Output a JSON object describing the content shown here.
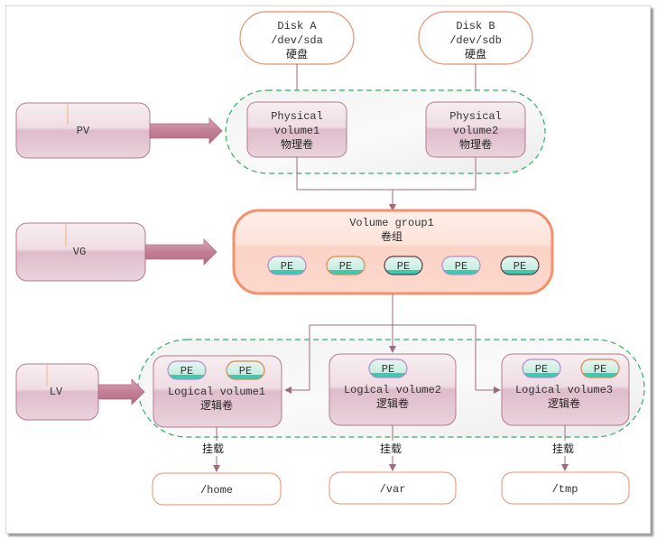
{
  "disks": [
    {
      "name": "Disk A",
      "device": "/dev/sda",
      "label_cn": "硬盘"
    },
    {
      "name": "Disk B",
      "device": "/dev/sdb",
      "label_cn": "硬盘"
    }
  ],
  "layers": {
    "pv": "PV",
    "vg": "VG",
    "lv": "LV"
  },
  "physical_volumes": [
    {
      "line1": "Physical",
      "line2": "volume1",
      "label_cn": "物理卷"
    },
    {
      "line1": "Physical",
      "line2": "volume2",
      "label_cn": "物理卷"
    }
  ],
  "volume_group": {
    "title": "Volume group1",
    "label_cn": "卷组",
    "pe_label": "PE",
    "pe_count": 5
  },
  "logical_volumes": [
    {
      "title": "Logical volume1",
      "label_cn": "逻辑卷",
      "pe": [
        "PE",
        "PE"
      ]
    },
    {
      "title": "Logical volume2",
      "label_cn": "逻辑卷",
      "pe": [
        "PE"
      ]
    },
    {
      "title": "Logical volume3",
      "label_cn": "逻辑卷",
      "pe": [
        "PE",
        "PE"
      ]
    }
  ],
  "mount_label": "挂载",
  "mount_points": [
    "/home",
    "/var",
    "/tmp"
  ],
  "colors": {
    "disk_border": "#e8906a",
    "group_dash": "#2eb060",
    "vg_border": "#f4906c",
    "box_fill": "#e6c9d3",
    "box_border": "#b57a90",
    "connector": "#a06a82",
    "pe_fill": "#c8ece2",
    "pe_accent": "#40c8b0"
  }
}
